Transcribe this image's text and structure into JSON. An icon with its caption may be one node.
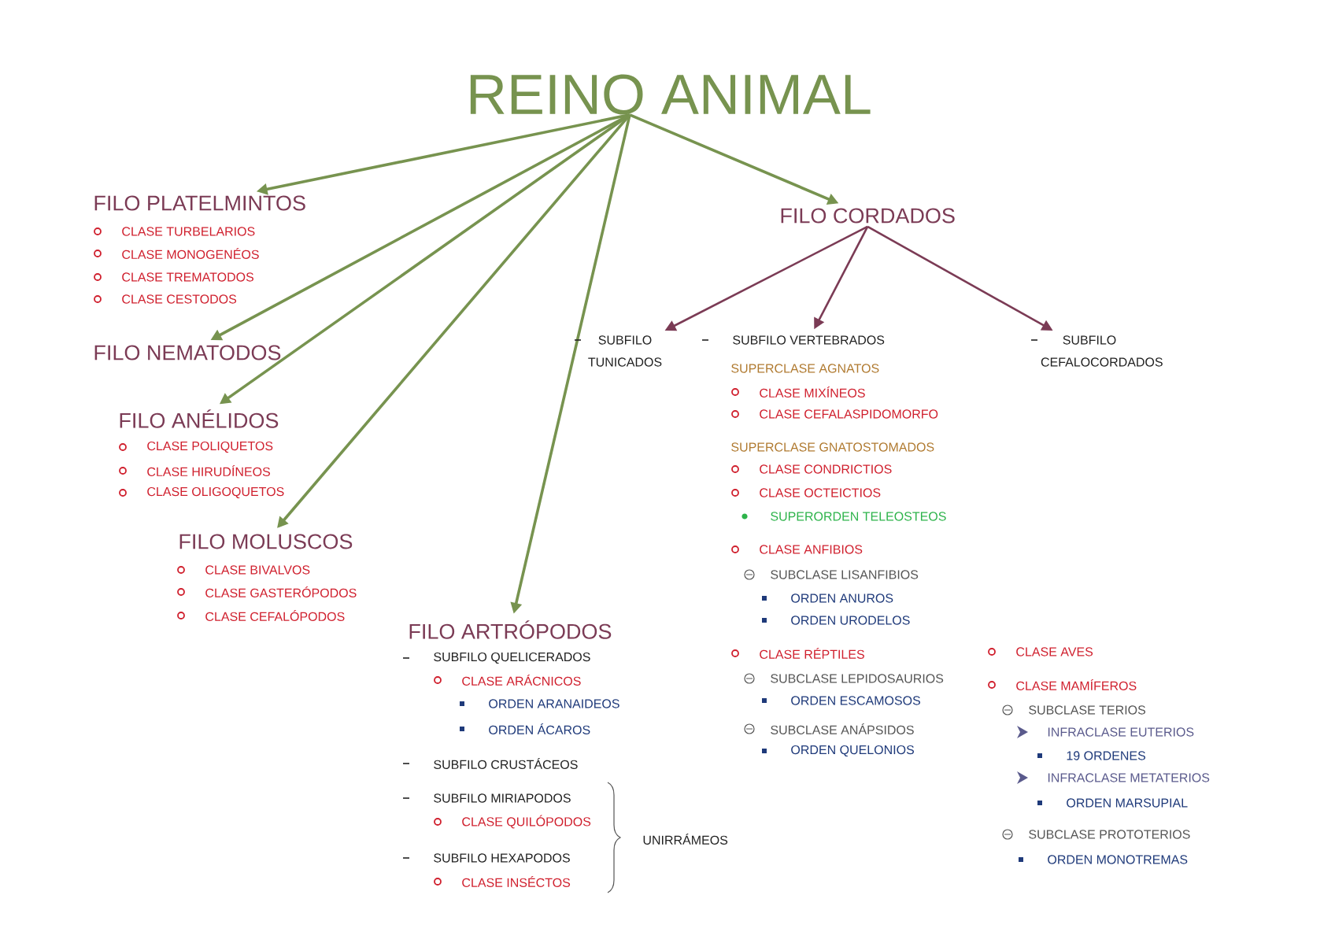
{
  "diagram": {
    "nodes": [
      {
        "text": [
          "REINO ANIMAL"
        ]
      },
      {
        "text": [
          "FILO PLATELMINTOS"
        ]
      },
      {
        "text": [
          "FILO NEMATODOS"
        ]
      },
      {
        "text": [
          "FILO ANÉLIDOS"
        ]
      },
      {
        "text": [
          "FILO MOLUSCOS"
        ]
      },
      {
        "text": [
          "FILO ARTRÓPODOS"
        ]
      },
      {
        "text": [
          "FILO CORDADOS"
        ]
      },
      {
        "text": [
          "SUBFILO TUNICADOS"
        ]
      },
      {
        "text": [
          "SUBFILO VERTEBRADOS"
        ]
      },
      {
        "text": [
          "SUBFILO CEFALOCORDADOS"
        ]
      }
    ],
    "edges": [
      {
        "from": 0,
        "to": 1,
        "arrow": "to"
      },
      {
        "from": 0,
        "to": 2,
        "arrow": "to"
      },
      {
        "from": 0,
        "to": 3,
        "arrow": "to"
      },
      {
        "from": 0,
        "to": 4,
        "arrow": "to"
      },
      {
        "from": 0,
        "to": 5,
        "arrow": "to"
      },
      {
        "from": 0,
        "to": 6,
        "arrow": "to"
      },
      {
        "from": 6,
        "to": 7,
        "arrow": "to",
        "color": "#7b3b55"
      },
      {
        "from": 6,
        "to": 8,
        "arrow": "to",
        "color": "#7b3b55"
      },
      {
        "from": 6,
        "to": 9,
        "arrow": "to",
        "color": "#7b3b55"
      }
    ],
    "labels": [
      "CLASE TURBELARIOS",
      "CLASE MONOGENÉOS",
      "CLASE TREMATODOS",
      "CLASE CESTODOS",
      "CLASE POLIQUETOS",
      "CLASE HIRUDÍNEOS",
      "CLASE OLIGOQUETOS",
      "CLASE BIVALVOS",
      "CLASE GASTERÓPODOS",
      "CLASE CEFALÓPODOS",
      "SUBFILO QUELICERADOS",
      "CLASE ARÁCNICOS",
      "ORDEN ARANAIDEOS",
      "ORDEN ÁCAROS",
      "SUBFILO CRUSTÁCEOS",
      "SUBFILO MIRIAPODOS",
      "CLASE QUILÓPODOS",
      "SUBFILO HEXAPODOS",
      "CLASE INSÉCTOS",
      "UNIRRÁMEOS",
      "SUPERCLASE AGNATOS",
      "CLASE MIXÍNEOS",
      "CLASE CEFALASPIDOMORFO",
      "SUPERCLASE GNATOSTOMADOS",
      "CLASE CONDRICTIOS",
      "CLASE OCTEICTIOS",
      "SUPERORDEN TELEOSTEOS",
      "CLASE ANFIBIOS",
      "SUBCLASE LISANFIBIOS",
      "ORDEN ANUROS",
      "ORDEN URODELOS",
      "CLASE RÉPTILES",
      "SUBCLASE LEPIDOSAURIOS",
      "ORDEN ESCAMOSOS",
      "SUBCLASE ANÁPSIDOS",
      "ORDEN QUELONIOS",
      "CLASE AVES",
      "CLASE MAMÍFEROS",
      "SUBCLASE TERIOS",
      "INFRACLASE EUTERIOS",
      "19 ORDENES",
      "INFRACLASE METATERIOS",
      "ORDEN MARSUPIAL",
      "SUBCLASE PROTOTERIOS",
      "ORDEN MONOTREMAS"
    ]
  }
}
